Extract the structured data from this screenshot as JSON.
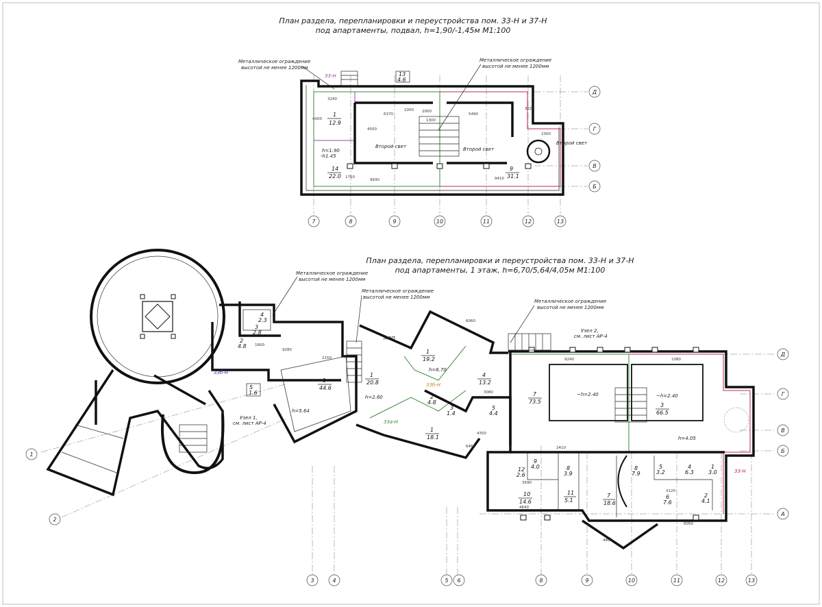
{
  "titles": {
    "basement_line1": "План раздела, перепланировки и переустройства пом. 33-Н и 37-Н",
    "basement_line2": "под апартаменты, подвал, h=1,90/-1,45м    М1:100",
    "floor1_line1": "План раздела, перепланировки и переустройства пом. 33-Н и 37-Н",
    "floor1_line2": "под апартаменты, 1 этаж, h=6,70/5,64/4,05м    М1:100"
  },
  "notes": {
    "fence_a1": "Металлическое ограждение",
    "fence_a2": "высотой не менее 1200мм",
    "unit_33n": "33-Н",
    "unit_33b": "33б-Н",
    "unit_33a": "33а-Н",
    "second_light": "Второй свет",
    "node1_1": "Узел 1,",
    "node1_2": "см. лист АР-4",
    "node2_1": "Узел 2,",
    "node2_2": "см. лист АР-4",
    "mop": "МОП",
    "h_190": "h=1.90",
    "h_145": "-h1.45",
    "h_670": "h=6.70",
    "h_564": "h=5.64",
    "h_260": "h=2.60",
    "h_240a": "~h=2.40",
    "h_240b": "~h=2.40",
    "h_405": "h=4.05"
  },
  "axes_basement": [
    "7",
    "8",
    "9",
    "10",
    "11",
    "12",
    "13"
  ],
  "axes_basement_rows": [
    "Д",
    "Г",
    "В",
    "Б"
  ],
  "axes_floor1": [
    "3",
    "4",
    "5",
    "6",
    "8",
    "9",
    "10",
    "11",
    "12",
    "13"
  ],
  "axes_floor1_rows": [
    "Д",
    "Г",
    "В",
    "Б",
    "А"
  ],
  "axes_floor1_left": [
    "1",
    "2"
  ],
  "rooms_basement": [
    {
      "num": "1",
      "area": "12.9"
    },
    {
      "num": "14",
      "area": "22.0"
    },
    {
      "num": "9",
      "area": "31.1"
    },
    {
      "num": "13",
      "area": "4.6"
    }
  ],
  "rooms_floor1": [
    {
      "num": "1",
      "area": "44.6"
    },
    {
      "num": "5",
      "area": "1.6"
    },
    {
      "num": "2",
      "area": "4.8"
    },
    {
      "num": "3",
      "area": "2.8"
    },
    {
      "num": "4",
      "area": "2.3"
    },
    {
      "num": "1",
      "area": "20.8"
    },
    {
      "num": "1",
      "area": "19.2"
    },
    {
      "num": "4",
      "area": "13.2"
    },
    {
      "num": "2",
      "area": "4.8"
    },
    {
      "num": "3",
      "area": "1.4"
    },
    {
      "num": "5",
      "area": "4.4"
    },
    {
      "num": "1",
      "area": "18.1"
    },
    {
      "num": "7",
      "area": "73.5"
    },
    {
      "num": "3",
      "area": "66.5"
    },
    {
      "num": "9",
      "area": "4.0"
    },
    {
      "num": "8",
      "area": "3.9"
    },
    {
      "num": "12",
      "area": "2.6"
    },
    {
      "num": "10",
      "area": "14.6"
    },
    {
      "num": "11",
      "area": "5.1"
    },
    {
      "num": "8",
      "area": "7.9"
    },
    {
      "num": "7",
      "area": "18.6"
    },
    {
      "num": "5",
      "area": "3.2"
    },
    {
      "num": "4",
      "area": "6.3"
    },
    {
      "num": "1",
      "area": "3.0"
    },
    {
      "num": "6",
      "area": "7.6"
    },
    {
      "num": "2",
      "area": "4.1"
    }
  ],
  "dims": {
    "b1": "3240",
    "b2": "6370",
    "b3": "1000",
    "b4": "2000",
    "b5": "5490",
    "b6": "3220",
    "b7": "2300",
    "b8": "9930",
    "b9": "9410",
    "b10": "4000",
    "b11": "4500",
    "b12": "1750",
    "b13": "1300",
    "f1": "9240",
    "f2": "1080",
    "f3": "6060",
    "f4": "4350",
    "f5": "6460",
    "f6": "3590",
    "f7": "4640",
    "f8": "2410",
    "f9": "6050",
    "f10": "4400",
    "f11": "9280",
    "f12": "2150",
    "f13": "1600",
    "f14": "3080",
    "f15": "3120"
  }
}
